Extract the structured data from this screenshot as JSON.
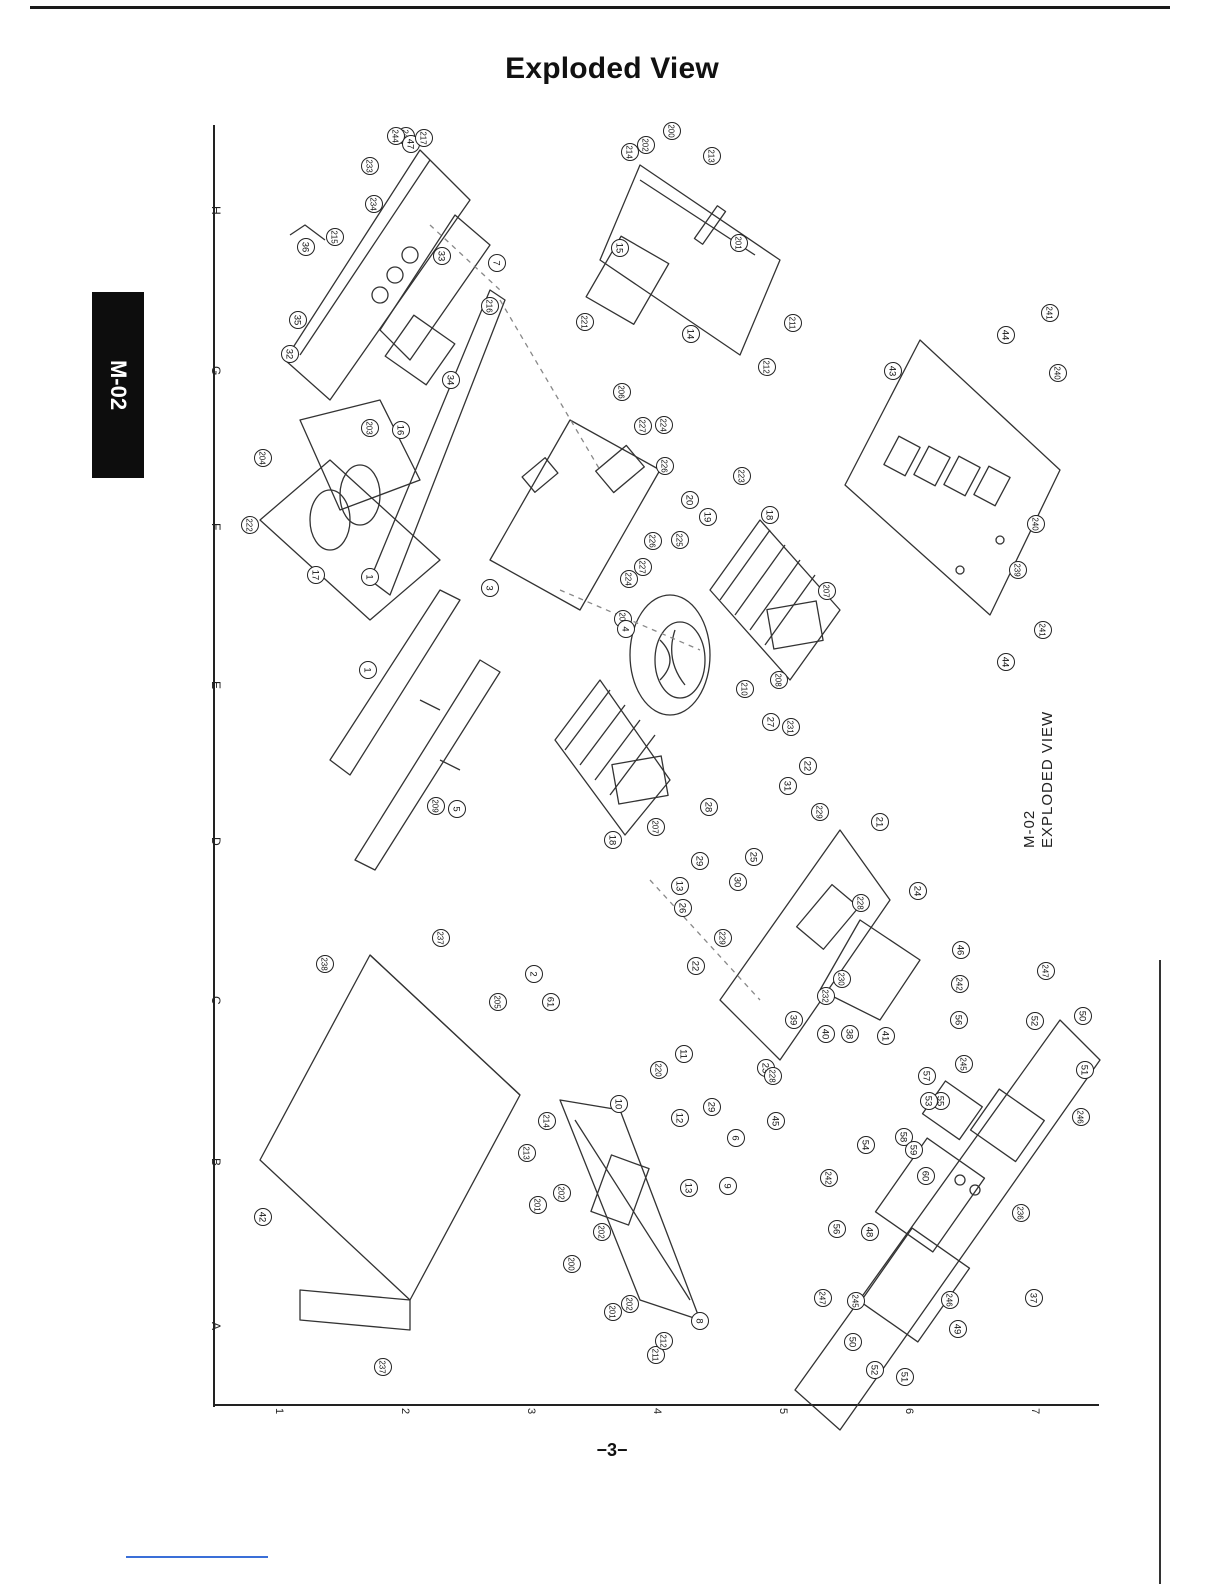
{
  "title": "Exploded View",
  "side_tab": "M-02",
  "page_number": "−3−",
  "caption": {
    "model": "M-02",
    "text": "EXPLODED VIEW"
  },
  "grid": {
    "letters": [
      "A",
      "B",
      "C",
      "D",
      "E",
      "F",
      "G",
      "H"
    ],
    "numbers": [
      "1",
      "2",
      "3",
      "4",
      "5",
      "6",
      "7"
    ]
  },
  "part_labels": [
    "243",
    "244",
    "47",
    "217",
    "233",
    "234",
    "215",
    "36",
    "35",
    "32",
    "33",
    "7",
    "216",
    "34",
    "214",
    "202",
    "200",
    "213",
    "201",
    "15",
    "221",
    "14",
    "211",
    "212",
    "206",
    "227",
    "224",
    "226",
    "223",
    "203",
    "16",
    "204",
    "222",
    "17",
    "1",
    "3",
    "20",
    "19",
    "18",
    "225",
    "224",
    "227",
    "226",
    "206",
    "4",
    "207",
    "208",
    "210",
    "43",
    "44",
    "241",
    "240",
    "239",
    "240",
    "241",
    "44",
    "1",
    "209",
    "5",
    "18",
    "207",
    "27",
    "231",
    "31",
    "22",
    "229",
    "28",
    "21",
    "29",
    "25",
    "13",
    "26",
    "30",
    "229",
    "22",
    "24",
    "228",
    "46",
    "242",
    "247",
    "237",
    "238",
    "205",
    "2",
    "61",
    "232",
    "230",
    "39",
    "40",
    "38",
    "41",
    "56",
    "52",
    "50",
    "220",
    "11",
    "10",
    "12",
    "29",
    "6",
    "214",
    "213",
    "23",
    "228",
    "45",
    "51",
    "9",
    "13",
    "201",
    "202",
    "202",
    "200",
    "246",
    "245",
    "57",
    "55",
    "53",
    "54",
    "58",
    "59",
    "60",
    "242",
    "56",
    "48",
    "236",
    "247",
    "245",
    "246",
    "49",
    "51",
    "50",
    "52",
    "37",
    "42",
    "237",
    "201",
    "202",
    "211",
    "212",
    "8"
  ]
}
